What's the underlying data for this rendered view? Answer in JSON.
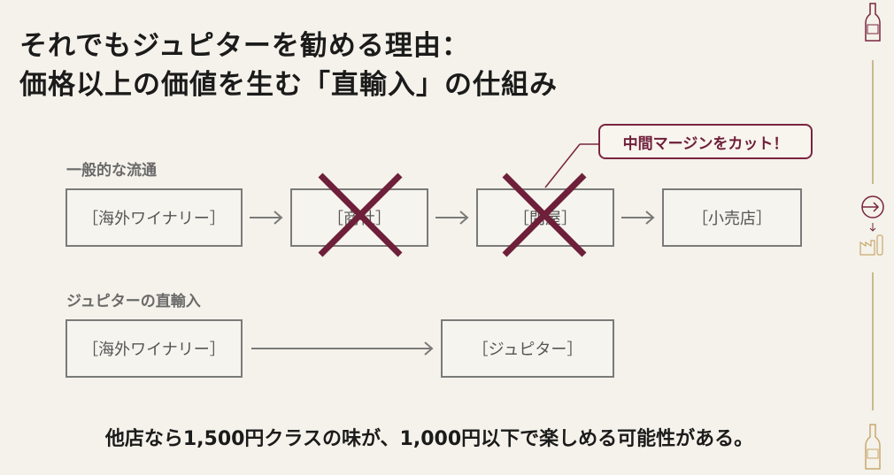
{
  "title": {
    "line1": "それでもジュピターを勧める理由：",
    "line2": "価格以上の価値を生む「直輸入」の仕組み"
  },
  "callout": {
    "text": "中間マージンをカット！"
  },
  "general": {
    "label": "一般的な流通",
    "boxes": [
      "［海外ワイナリー］",
      "［商社］",
      "［問屋］",
      "［小売店］"
    ]
  },
  "direct": {
    "label": "ジュピターの直輸入",
    "boxes": [
      "［海外ワイナリー］",
      "［ジュピター］"
    ]
  },
  "summary": "他店なら1,500円クラスの味が、1,000円以下で楽しめる可能性がある。",
  "colors": {
    "accent": "#6e1f3a",
    "rail": "#c9b98f",
    "box_border": "#7a7a7a"
  },
  "icons": [
    "wine-bottle-icon",
    "import-arrow-icon",
    "factory-wine-icon",
    "wine-bottle-icon"
  ]
}
